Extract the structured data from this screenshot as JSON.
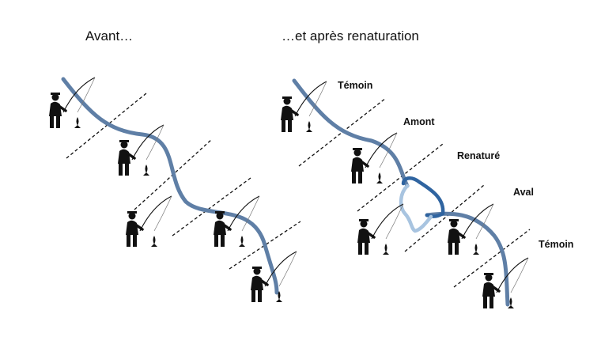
{
  "titles": {
    "before": "Avant…",
    "after": "…et après renaturation"
  },
  "segments": {
    "temoin_top": "Témoin",
    "amont": "Amont",
    "renature": "Renaturé",
    "aval": "Aval",
    "temoin_bottom": "Témoin"
  },
  "colors": {
    "river": "#5f7fa6",
    "river_dark_branch": "#2f64a0",
    "river_light_branch": "#a8c4e0",
    "divider": "#111111",
    "silhouette": "#111111"
  },
  "icons": [
    "fisherman-icon",
    "fish-icon"
  ]
}
